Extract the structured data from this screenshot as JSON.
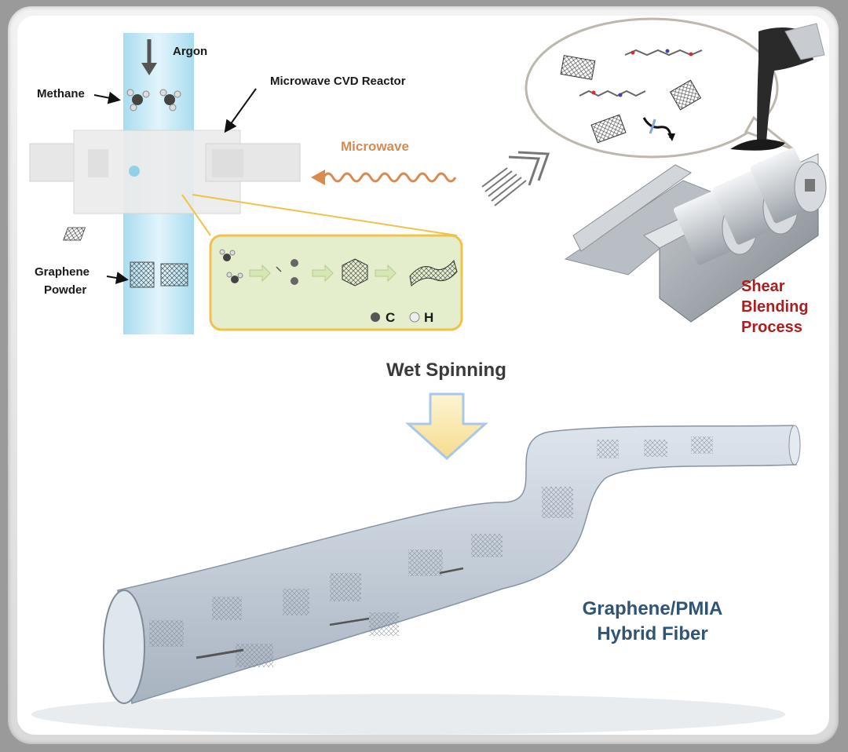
{
  "labels": {
    "argon": "Argon",
    "methane": "Methane",
    "reactor": "Microwave CVD Reactor",
    "microwave": "Microwave",
    "graphene_powder_line1": "Graphene",
    "graphene_powder_line2": "Powder",
    "legend_c": "C",
    "legend_h": "H",
    "shear_line1": "Shear",
    "shear_line2": "Blending",
    "shear_line3": "Process",
    "wet_spinning": "Wet Spinning",
    "fiber_line1": "Graphene/PMIA",
    "fiber_line2": "Hybrid Fiber"
  },
  "colors": {
    "tube": "#bfe6f4",
    "reactor": "#ececec",
    "microwave_wave": "#d98a4e",
    "inset_fill": "#e4eecd",
    "inset_border": "#f0c24a",
    "arrow_fill": "#fbefc4",
    "arrow_stroke": "#a9c7ea",
    "shear_text": "#b01b1b",
    "fiber_text": "#2f5476",
    "fiber_body": "#c9d2dc"
  }
}
